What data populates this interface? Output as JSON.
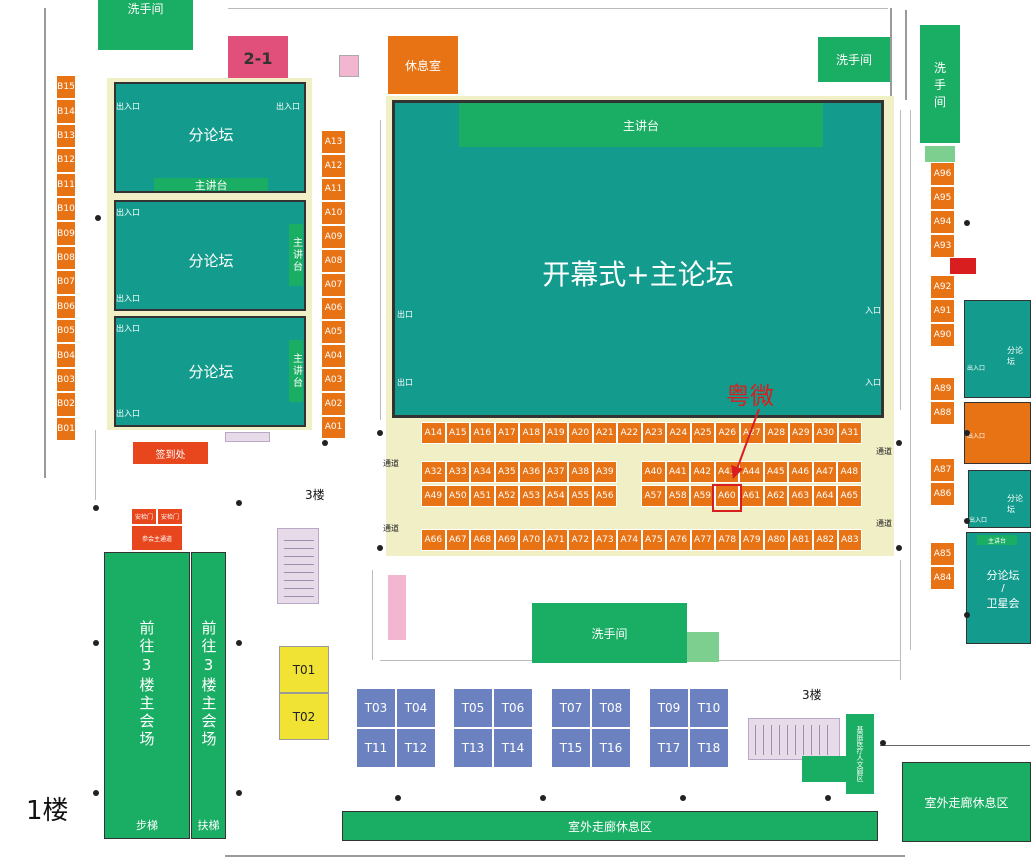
{
  "floor_label": "1楼",
  "rooms": {
    "room_2_1": "2-1",
    "rest_room": "休息室",
    "restroom_top_left": "洗手间",
    "restroom_top_mid": "洗手间",
    "restroom_top_right": "洗\n手\n间",
    "restroom_bottom": "洗手间",
    "main_hall": "开幕式+主论坛",
    "main_stage": "主讲台",
    "forum_1": "分论坛",
    "forum_1_stage": "主讲台",
    "forum_2": "分论坛",
    "forum_2_stage": "主讲台",
    "forum_3": "分论坛",
    "forum_3_stage": "主讲台",
    "forum_right_1": "分论坛",
    "forum_right_2": "分论坛",
    "forum_right_3": "分论坛",
    "forum_right_3_line2": "/",
    "forum_right_3_line3": "卫星会",
    "forum_right_3_stage": "主讲台",
    "checkin": "签到处",
    "security_gate_1": "安检门",
    "security_gate_2": "安检门",
    "attendee_passage": "参会主通道",
    "to_main_venue_stairs": "前往3楼主会场",
    "to_main_venue_escalator": "前往3楼主会场",
    "stairs_label": "步梯",
    "escalator_label": "扶梯",
    "outdoor_lounge_bottom": "室外走廊休息区",
    "outdoor_lounge_right": "室外走廊休息区",
    "medical_area": "基层医疗人文廊区",
    "floor3_label_1": "3楼",
    "floor3_label_2": "3楼"
  },
  "door_labels": {
    "entrance_exit": "出入口",
    "exit": "出口",
    "entrance": "入口",
    "passage": "通道"
  },
  "highlight": {
    "label": "粤微",
    "booth": "A60",
    "color": "#d81e1e"
  },
  "booths": {
    "b_column": [
      "B15",
      "B14",
      "B13",
      "B12",
      "B11",
      "B10",
      "B09",
      "B08",
      "B07",
      "B06",
      "B05",
      "B04",
      "B03",
      "B02",
      "B01"
    ],
    "a_left_column": [
      "A13",
      "A12",
      "A11",
      "A10",
      "A09",
      "A08",
      "A07",
      "A06",
      "A05",
      "A04",
      "A03",
      "A02",
      "A01"
    ],
    "row_top": [
      "A14",
      "A15",
      "A16",
      "A17",
      "A18",
      "A19",
      "A20",
      "A21",
      "A22",
      "A23",
      "A24",
      "A25",
      "A26",
      "A27",
      "A28",
      "A29",
      "A30",
      "A31"
    ],
    "row_mid1_left": [
      "A32",
      "A33",
      "A34",
      "A35",
      "A36",
      "A37",
      "A38",
      "A39"
    ],
    "row_mid1_right": [
      "A40",
      "A41",
      "A42",
      "A43",
      "A44",
      "A45",
      "A46",
      "A47",
      "A48"
    ],
    "row_mid2_left": [
      "A49",
      "A50",
      "A51",
      "A52",
      "A53",
      "A54",
      "A55",
      "A56"
    ],
    "row_mid2_right": [
      "A57",
      "A58",
      "A59",
      "A60",
      "A61",
      "A62",
      "A63",
      "A64",
      "A65"
    ],
    "row_bottom": [
      "A66",
      "A67",
      "A68",
      "A69",
      "A70",
      "A71",
      "A72",
      "A73",
      "A74",
      "A75",
      "A76",
      "A77",
      "A78",
      "A79",
      "A80",
      "A81",
      "A82",
      "A83"
    ],
    "a_right_group1": [
      "A96",
      "A95",
      "A94",
      "A93"
    ],
    "a_right_group2": [
      "A92",
      "A91",
      "A90"
    ],
    "a_right_group3": [
      "A89",
      "A88"
    ],
    "a_right_group4": [
      "A87",
      "A86"
    ],
    "a_right_group5": [
      "A85",
      "A84"
    ],
    "t_yellow": [
      "T01",
      "T02"
    ],
    "t_blocks": [
      [
        "T03",
        "T04",
        "T11",
        "T12"
      ],
      [
        "T05",
        "T06",
        "T13",
        "T14"
      ],
      [
        "T07",
        "T08",
        "T15",
        "T16"
      ],
      [
        "T09",
        "T10",
        "T17",
        "T18"
      ]
    ]
  },
  "colors": {
    "teal": "#139c8d",
    "green": "#1aad64",
    "orange": "#e87315",
    "blue": "#6c82c0",
    "yellow": "#f0e334",
    "cream": "#f1efc6",
    "red": "#d81e1e",
    "pink_room": "#e0507a"
  }
}
